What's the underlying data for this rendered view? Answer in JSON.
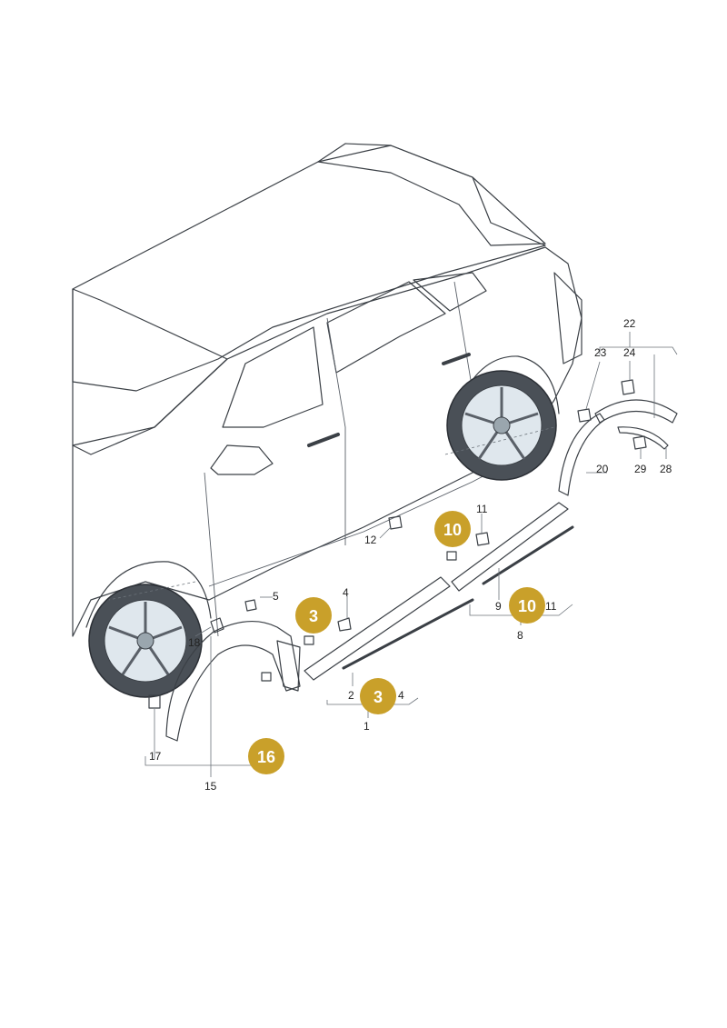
{
  "callouts": {
    "c1": "1",
    "c2": "2",
    "c4a": "4",
    "c4b": "4",
    "c5": "5",
    "c8": "8",
    "c9": "9",
    "c11a": "11",
    "c11b": "11",
    "c12": "12",
    "c15": "15",
    "c17": "17",
    "c18": "18",
    "c20": "20",
    "c22": "22",
    "c23": "23",
    "c24": "24",
    "c28": "28",
    "c29": "29"
  },
  "badges": {
    "b10a": "10",
    "b10b": "10",
    "b3a": "3",
    "b3b": "3",
    "b16": "16"
  },
  "colors": {
    "badge": "#c9a02a",
    "body_fill": "#dde7ee",
    "glass": "#c4d3dc",
    "trim_dark": "#3a3f45"
  }
}
